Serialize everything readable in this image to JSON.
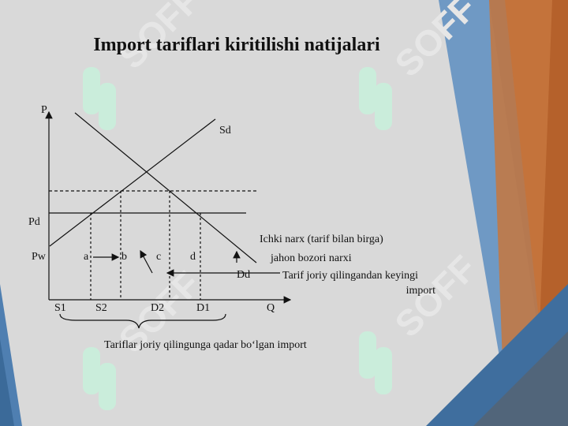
{
  "slide": {
    "title": "Import tariflari kiritilishi natijalari",
    "watermark_text": "SOFF",
    "colors": {
      "background": "#d9d9d9",
      "blue_band": "#4f7fb1",
      "orange_band": "#b8622c",
      "watermark": "#c9f0dc"
    }
  },
  "diagram": {
    "axis_labels": {
      "y": "P",
      "x": "Q"
    },
    "curve_labels": {
      "supply": "Sd",
      "demand": "Dd"
    },
    "price_labels": {
      "domestic": "Pd",
      "world": "Pw"
    },
    "point_labels": {
      "a": "a",
      "b": "b",
      "c": "c",
      "d": "d"
    },
    "quantity_labels": {
      "s1": "S1",
      "s2": "S2",
      "d2": "D2",
      "d1": "D1"
    },
    "annotations": {
      "domestic_price": "Ichki narx (tarif bilan birga)",
      "world_price": "jahon bozori narxi",
      "import_after_line1": "Tarif  joriy qilingandan keyingi",
      "import_after_line2": "import",
      "import_before": "Tariflar joriy qilingunga qadar bo‘lgan import"
    }
  }
}
